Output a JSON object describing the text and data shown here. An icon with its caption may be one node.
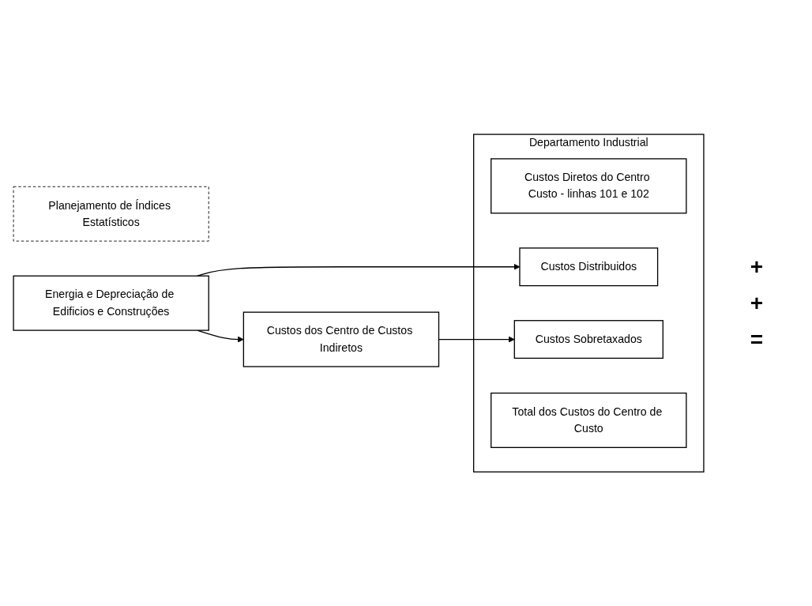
{
  "diagram": {
    "nodes": [
      {
        "text": [
          "Departamento Industrial"
        ]
      },
      {
        "text": [
          "Custos Diretos do Centro Custo - linhas 101 e 102"
        ],
        "in": 0
      },
      {
        "text": [
          "Custos Distribuidos"
        ],
        "in": 0
      },
      {
        "text": [
          "Custos Sobretaxados"
        ],
        "in": 0
      },
      {
        "text": [
          "Total dos Custos do Centro de Custo"
        ],
        "in": 0
      },
      {
        "text": [
          "Energia e Depreciação de Edificios e Construções"
        ]
      },
      {
        "text": [
          "Custos dos Centro de Custos Indiretos"
        ]
      },
      {
        "text": [
          "Planejamento de Índices Estatísticos"
        ]
      }
    ],
    "edges": [
      {
        "from": 5,
        "to": 2,
        "arrow": "to"
      },
      {
        "from": 6,
        "to": 3,
        "arrow": "to"
      },
      {
        "from": 5,
        "to": 6,
        "arrow": "to"
      }
    ],
    "labels": [
      "+",
      "+",
      "="
    ]
  }
}
